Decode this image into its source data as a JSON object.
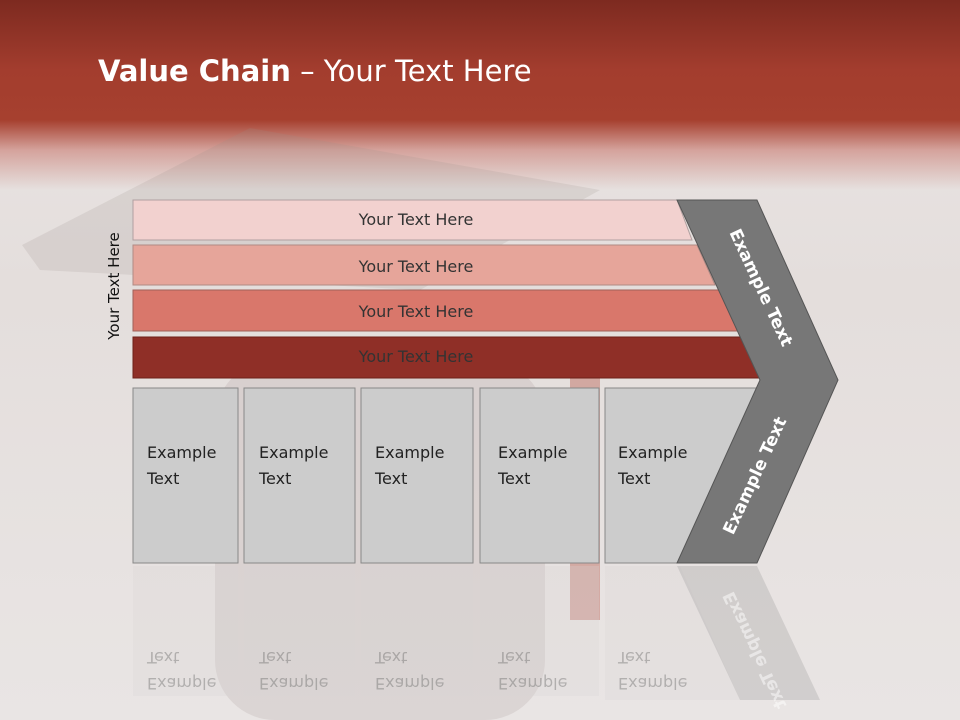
{
  "slide": {
    "title_bold": "Value Chain",
    "title_rest": " – Your Text Here",
    "vertical_label": "Your Text Here"
  },
  "bars": [
    {
      "label": "Your Text Here",
      "color": "#f2d1cf"
    },
    {
      "label": "Your Text Here",
      "color": "#e6a59a"
    },
    {
      "label": "Your Text Here",
      "color": "#d9776b"
    },
    {
      "label": "Your Text Here",
      "color": "#8f2f27"
    }
  ],
  "boxes": [
    {
      "line1": "Example",
      "line2": "Text"
    },
    {
      "line1": "Example",
      "line2": "Text"
    },
    {
      "line1": "Example",
      "line2": "Text"
    },
    {
      "line1": "Example",
      "line2": "Text"
    },
    {
      "line1": "Example",
      "line2": "Text"
    }
  ],
  "arrow": {
    "upper_label": "Example Text",
    "lower_label": "Example Text",
    "color": "#777777"
  }
}
